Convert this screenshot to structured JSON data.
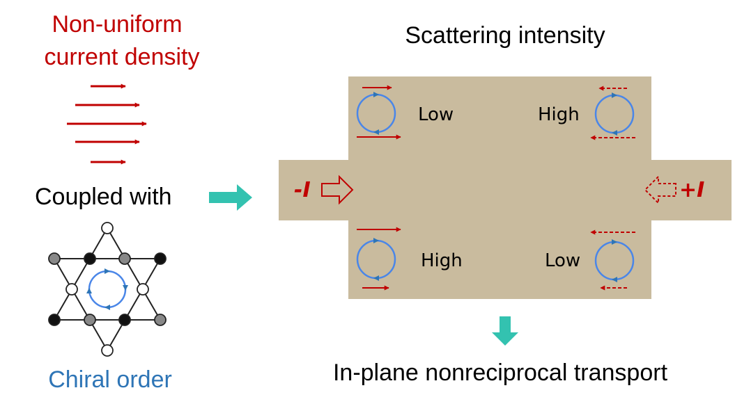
{
  "left": {
    "title_line1": "Non-uniform",
    "title_line2": "current density",
    "coupled_text": "Coupled with",
    "chiral_text": "Chiral order"
  },
  "right": {
    "title": "Scattering intensity",
    "quadrants": {
      "top_left": "Low",
      "top_right": "High",
      "bottom_left": "High",
      "bottom_right": "Low"
    },
    "left_current": "-I",
    "right_current": "+I",
    "conclusion": "In-plane nonreciprocal transport"
  },
  "colors": {
    "red": "#C00000",
    "blue": "#2E75B6",
    "circle_blue": "#4A86E8",
    "teal": "#33C2B0",
    "device": "#C9BB9E"
  }
}
